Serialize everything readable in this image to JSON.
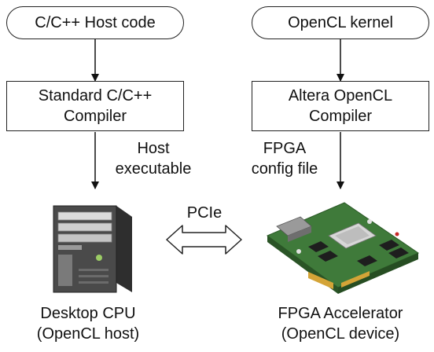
{
  "left": {
    "source": "C/C++ Host code",
    "compiler_line1": "Standard C/C++",
    "compiler_line2": "Compiler",
    "output_line1": "Host",
    "output_line2": "executable",
    "device_line1": "Desktop CPU",
    "device_line2": "(OpenCL host)",
    "device_icon": "desktop-tower-icon"
  },
  "right": {
    "source": "OpenCL kernel",
    "compiler_line1": "Altera OpenCL",
    "compiler_line2": "Compiler",
    "output_line1": "FPGA",
    "output_line2": "config file",
    "device_line1": "FPGA Accelerator",
    "device_line2": "(OpenCL device)",
    "device_icon": "fpga-board-icon"
  },
  "link": {
    "label": "PCIe",
    "icon": "double-arrow-icon"
  }
}
